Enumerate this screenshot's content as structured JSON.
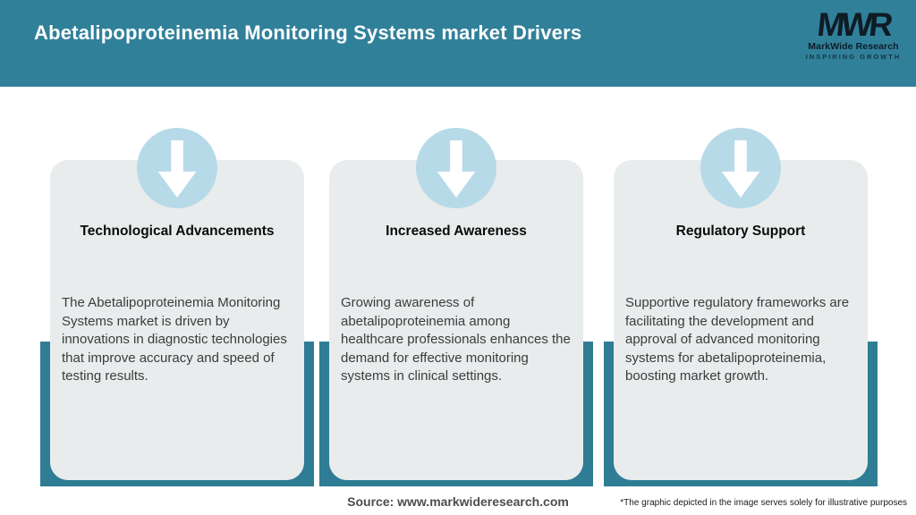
{
  "header": {
    "title": "Abetalipoproteinemia Monitoring Systems market Drivers",
    "logo": {
      "monogram": "MWR",
      "name": "MarkWide Research",
      "tagline": "INSPIRING GROWTH"
    }
  },
  "cards": [
    {
      "title": "Technological Advancements",
      "description": "The Abetalipoproteinemia Monitoring Systems market is driven by innovations in diagnostic technologies that improve accuracy and speed of testing results.",
      "icon": "down-arrow-icon"
    },
    {
      "title": "Increased Awareness",
      "description": "Growing awareness of abetalipoproteinemia among healthcare professionals enhances the demand for effective monitoring systems in clinical settings.",
      "icon": "down-arrow-icon"
    },
    {
      "title": "Regulatory Support",
      "description": "Supportive regulatory frameworks are facilitating the development and approval of advanced monitoring systems for abetalipoproteinemia, boosting market growth.",
      "icon": "down-arrow-icon"
    }
  ],
  "footer": {
    "source": "Source: www.markwideresearch.com",
    "disclaimer": "*The graphic depicted in the image serves solely for illustrative purposes"
  },
  "colors": {
    "header_teal": "#31809A",
    "backing_teal": "#2E7D94",
    "circle_blue": "#B7DAE8",
    "card_gray": "#E9ECED",
    "title_white": "#FFFFFF"
  }
}
